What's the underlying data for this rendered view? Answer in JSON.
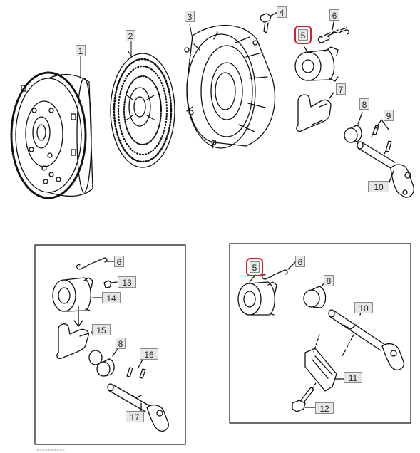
{
  "callouts": {
    "c1": "1",
    "c2": "2",
    "c3": "3",
    "c4": "4",
    "c5": "5",
    "c6": "6",
    "c7": "7",
    "c8": "8",
    "c9": "9",
    "c10": "10",
    "l6": "6",
    "l13": "13",
    "l14": "14",
    "l15": "15",
    "l8": "8",
    "l16": "16",
    "l17": "17",
    "r5": "5",
    "r6": "6",
    "r8": "8",
    "r10": "10",
    "r11": "11",
    "r12": "12"
  },
  "highlight_color": "#d9202a"
}
